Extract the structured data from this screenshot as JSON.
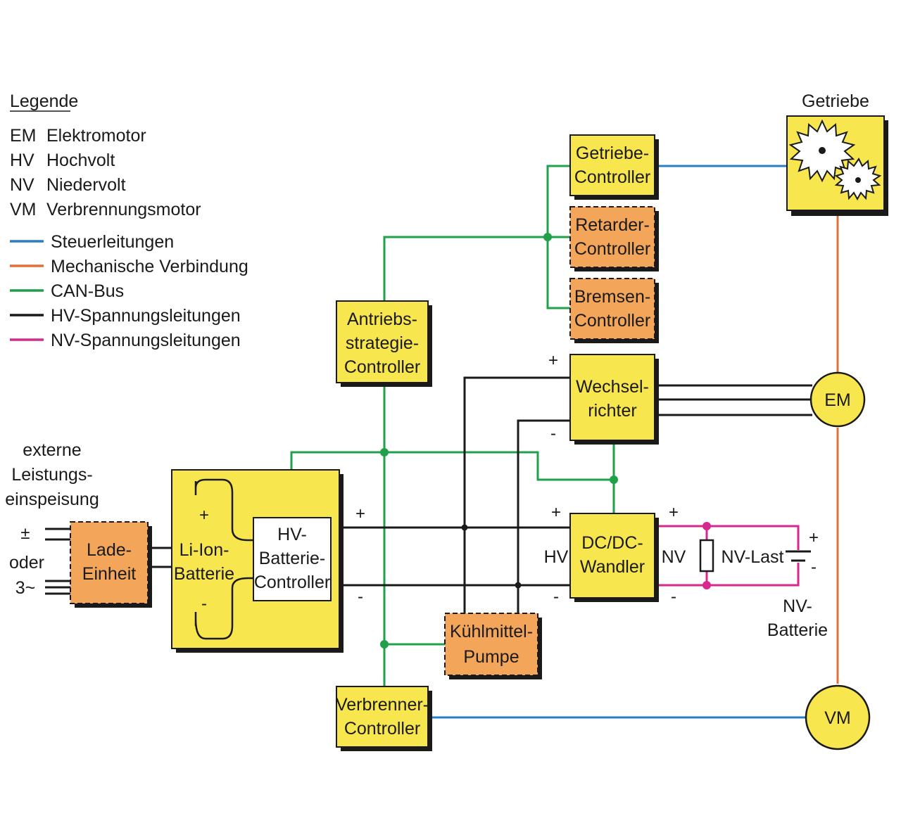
{
  "colors": {
    "steuer": "#2a7fc4",
    "mech": "#e0703a",
    "can": "#1fa049",
    "hv": "#1a1a1a",
    "nv": "#d6288e",
    "yellow_box": "#f7e64d",
    "orange_box": "#f3a65a",
    "shadow": "#1a1a1a"
  },
  "legend": {
    "title": "Legende",
    "abbreviations": [
      {
        "code": "EM",
        "text": "Elektromotor"
      },
      {
        "code": "HV",
        "text": "Hochvolt"
      },
      {
        "code": "NV",
        "text": "Niedervolt"
      },
      {
        "code": "VM",
        "text": "Verbrennungsmotor"
      }
    ],
    "lines": [
      {
        "color": "#2a7fc4",
        "text": "Steuerleitungen"
      },
      {
        "color": "#e0703a",
        "text": "Mechanische Verbindung"
      },
      {
        "color": "#1fa049",
        "text": "CAN-Bus"
      },
      {
        "color": "#1a1a1a",
        "text": "HV-Spannungsleitungen"
      },
      {
        "color": "#d6288e",
        "text": "NV-Spannungsleitungen"
      }
    ]
  },
  "labels": {
    "getriebe": "Getriebe",
    "getriebe_controller": [
      "Getriebe-",
      "Controller"
    ],
    "retarder_controller": [
      "Retarder-",
      "Controller"
    ],
    "bremsen_controller": [
      "Bremsen-",
      "Controller"
    ],
    "antriebs_controller": [
      "Antriebs-",
      "strategie-",
      "Controller"
    ],
    "wechselrichter": [
      "Wechsel-",
      "richter"
    ],
    "em": "EM",
    "vm": "VM",
    "dcdc": [
      "DC/DC-",
      "Wandler"
    ],
    "hv": "HV",
    "nv": "NV",
    "nv_last": "NV-Last",
    "nv_batterie": [
      "NV-",
      "Batterie"
    ],
    "lade_einheit": [
      "Lade-",
      "Einheit"
    ],
    "li_ion": [
      "Li-Ion-",
      "Batterie"
    ],
    "hv_batterie_controller": [
      "HV-",
      "Batterie-",
      "Controller"
    ],
    "kuehlmittel": [
      "Kühlmittel-",
      "Pumpe"
    ],
    "verbrenner_controller": [
      "Verbrenner-",
      "Controller"
    ],
    "externe": [
      "externe",
      "Leistungs-",
      "einspeisung"
    ],
    "oder": "oder",
    "three_phase": "3~",
    "plus_minus": "±",
    "plus": "+",
    "minus": "-"
  }
}
